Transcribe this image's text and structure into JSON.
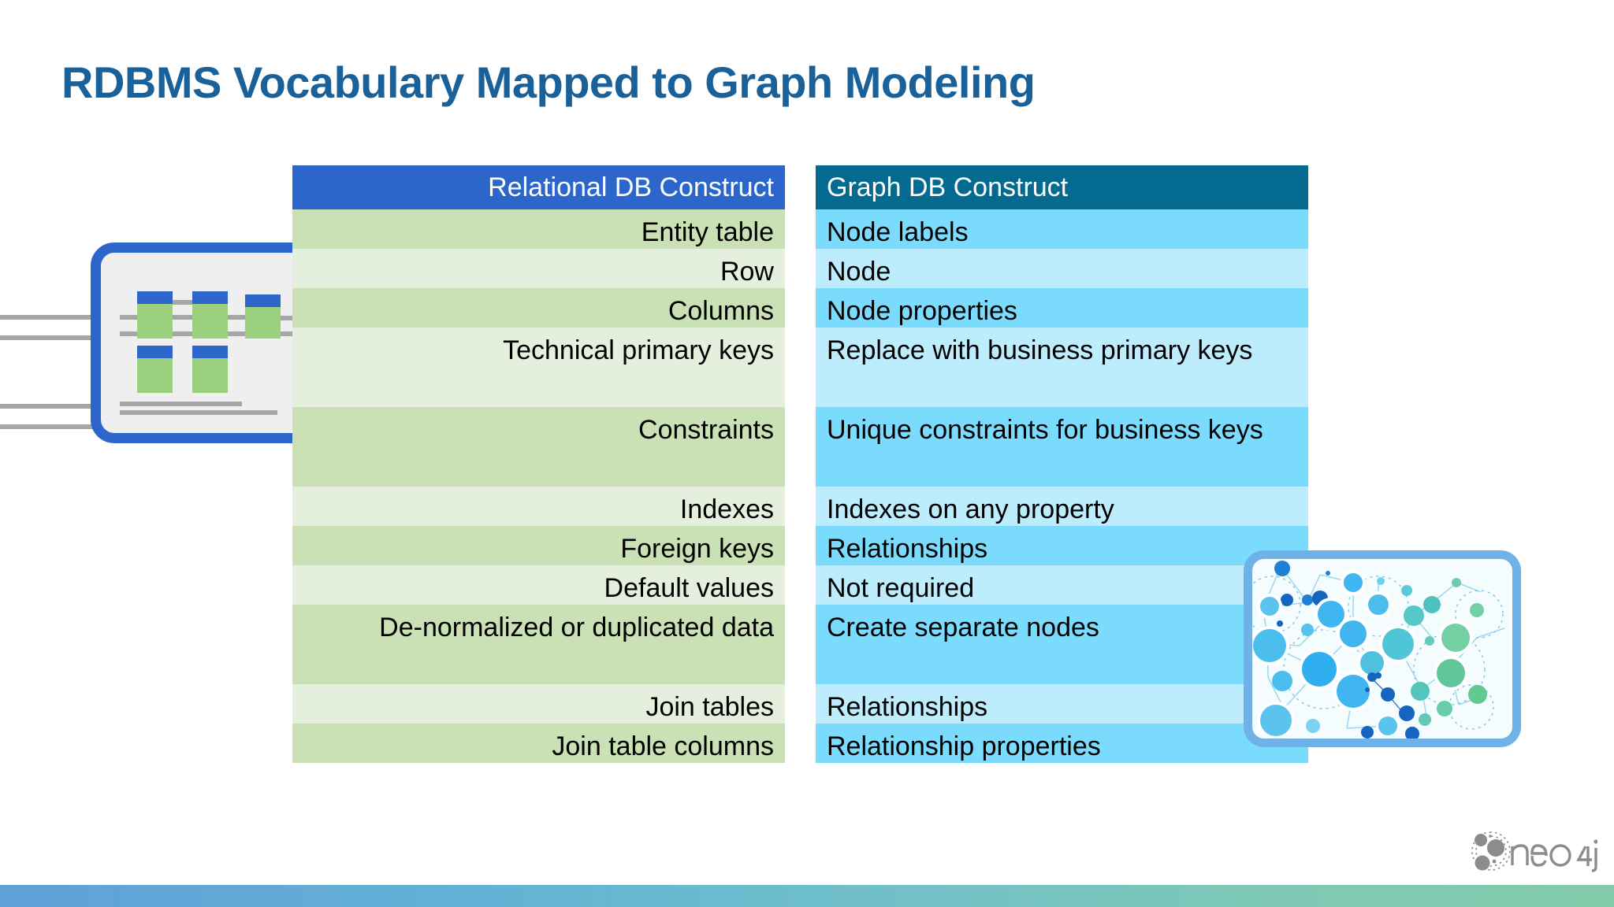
{
  "slide": {
    "title": "RDBMS Vocabulary Mapped to Graph Modeling",
    "title_color": "#1A6199",
    "background": "#ffffff"
  },
  "table": {
    "headers": [
      {
        "label": "Relational DB Construct",
        "background": "#2C66CA",
        "align": "right"
      },
      {
        "label": "Graph DB Construct",
        "background": "#056A90",
        "align": "left"
      }
    ],
    "column_colors": {
      "relational_row_a": "#C9E1B4",
      "relational_row_b": "#E4F0DD",
      "graph_row_a": "#7BDBFC",
      "graph_row_b": "#BDECFD"
    },
    "rows": [
      {
        "relational": "Entity table",
        "graph": "Node labels",
        "height": 50
      },
      {
        "relational": "Row",
        "graph": "Node",
        "height": 50
      },
      {
        "relational": "Columns",
        "graph": "Node properties",
        "height": 50
      },
      {
        "relational": "Technical primary keys",
        "graph": "Replace with business primary keys",
        "height": 101
      },
      {
        "relational": "Constraints",
        "graph": "Unique constraints for business keys",
        "height": 101
      },
      {
        "relational": "Indexes",
        "graph": "Indexes on any property",
        "height": 50
      },
      {
        "relational": "Foreign keys",
        "graph": "Relationships",
        "height": 50
      },
      {
        "relational": "Default values",
        "graph": "Not required",
        "height": 50
      },
      {
        "relational": "De-normalized or duplicated data",
        "graph": "Create separate nodes",
        "height": 101
      },
      {
        "relational": "Join tables",
        "graph": "Relationships",
        "height": 50
      },
      {
        "relational": "Join table columns",
        "graph": "Relationship properties",
        "height": 50
      }
    ]
  },
  "illustrations": {
    "relational": {
      "name": "relational-database-diagram",
      "border_color": "#2C66CA",
      "panel_color": "#EFEFEF",
      "table_header_color": "#2C66CA",
      "table_body_color": "#9AD07E",
      "wire_color": "#A6A6A6"
    },
    "graph": {
      "name": "graph-network-diagram",
      "border_color": "#6FB2E8",
      "panel_color": "#F4FCFE",
      "node_colors": [
        "#1E7FD4",
        "#3FB6F0",
        "#6FCFEE",
        "#56C6B6",
        "#74CFA2"
      ]
    }
  },
  "branding": {
    "logo_text": "neo4j",
    "logo_color": "#8C8C8C"
  },
  "footer": {
    "gradient_from": "#5FA0D8",
    "gradient_to": "#84CBAB"
  }
}
